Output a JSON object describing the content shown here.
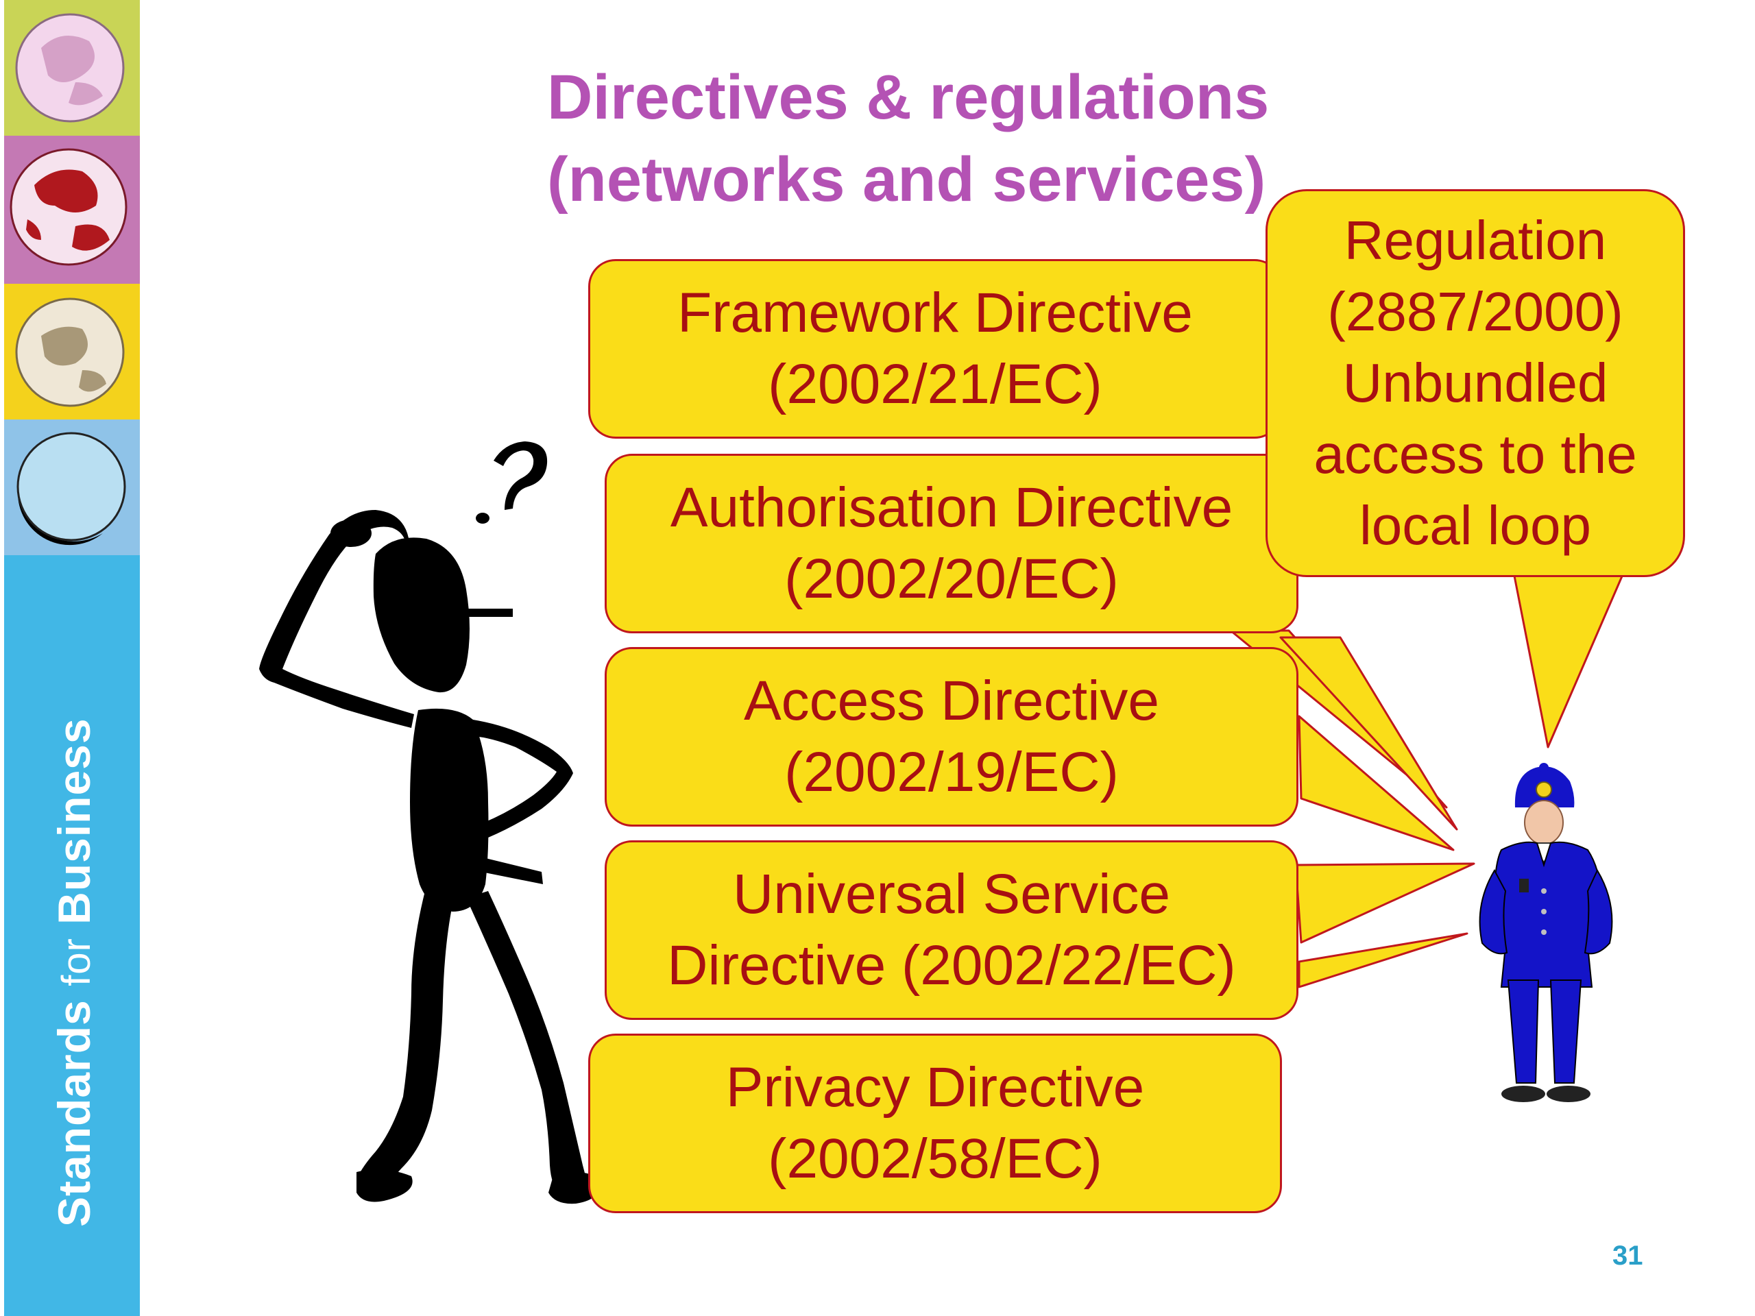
{
  "slide": {
    "title_line1": "Directives & regulations",
    "title_line2": "(networks and services)",
    "page_number": "31"
  },
  "sidebar": {
    "brand_word1": "Standards",
    "brand_word2": "for",
    "brand_word3": "Business",
    "colors": {
      "top_block": "#c9d456",
      "second_block": "#c479b4",
      "third_block": "#f4d21c",
      "fourth_block": "#8fc3e8",
      "brand_block": "#41b7e6"
    }
  },
  "directives": [
    {
      "line1": "Framework Directive",
      "line2": "(2002/21/EC)"
    },
    {
      "line1": "Authorisation Directive",
      "line2": "(2002/20/EC)"
    },
    {
      "line1": "Access Directive",
      "line2": "(2002/19/EC)"
    },
    {
      "line1": "Universal Service",
      "line2": "Directive (2002/22/EC)"
    },
    {
      "line1": "Privacy Directive",
      "line2": "(2002/58/EC)"
    }
  ],
  "regulation": {
    "line1": "Regulation",
    "line2": "(2887/2000)",
    "line3": "Unbundled",
    "line4": "access to the",
    "line5": "local loop"
  },
  "illustrations": {
    "left": "confused-stick-figure-icon",
    "right": "policeman-icon"
  },
  "colors": {
    "callout_fill": "#fadd18",
    "callout_border": "#c0171d",
    "callout_text": "#a80f12",
    "title": "#b452b4",
    "police_uniform": "#1414c8"
  }
}
